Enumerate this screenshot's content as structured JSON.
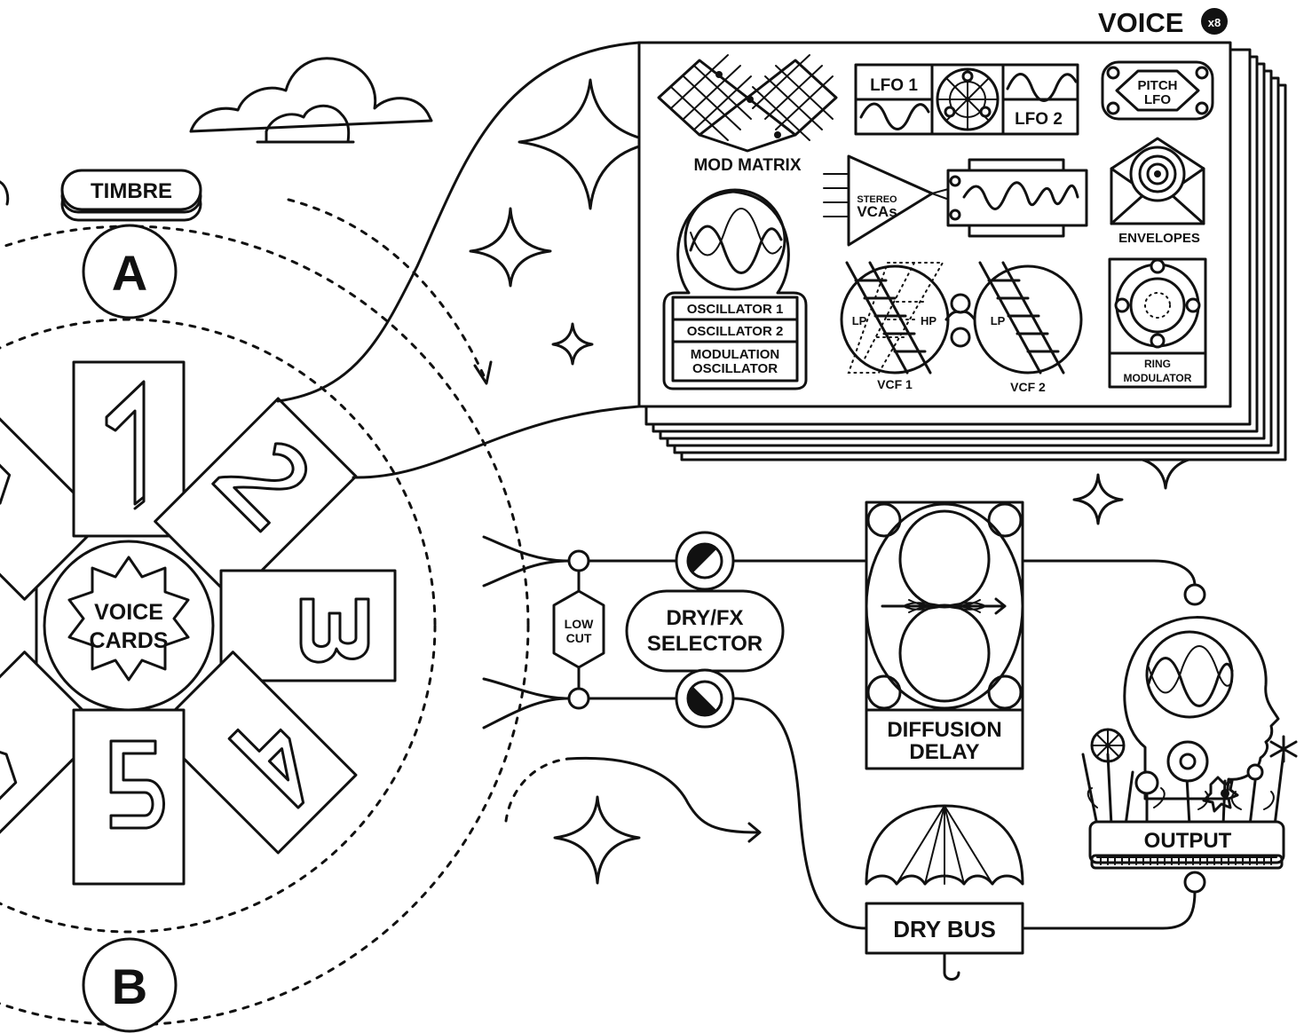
{
  "header": {
    "title": "VOICE",
    "badge": "x8"
  },
  "timbre": {
    "label": "TIMBRE",
    "slot_a": "A",
    "slot_b": "B"
  },
  "voice_cards": {
    "label_line1": "VOICE",
    "label_line2": "CARDS",
    "cards": [
      "1",
      "2",
      "3",
      "4",
      "5"
    ]
  },
  "voice_panel": {
    "mod_matrix": "MOD MATRIX",
    "lfo1": "LFO 1",
    "lfo2": "LFO 2",
    "pitch_lfo_line1": "PITCH",
    "pitch_lfo_line2": "LFO",
    "stereo_vcas_line1": "STEREO",
    "stereo_vcas_line2": "VCAs",
    "envelopes": "ENVELOPES",
    "oscillator1": "OSCILLATOR 1",
    "oscillator2": "OSCILLATOR 2",
    "mod_osc_line1": "MODULATION",
    "mod_osc_line2": "OSCILLATOR",
    "lp": "LP",
    "hp": "HP",
    "vcf1": "VCF 1",
    "vcf2": "VCF 2",
    "ring_mod_line1": "RING",
    "ring_mod_line2": "MODULATOR"
  },
  "signal_chain": {
    "low_cut_line1": "LOW",
    "low_cut_line2": "CUT",
    "dryfx_line1": "DRY/FX",
    "dryfx_line2": "SELECTOR",
    "diffusion_line1": "DIFFUSION",
    "diffusion_line2": "DELAY",
    "dry_bus": "DRY BUS",
    "output": "OUTPUT"
  },
  "colors": {
    "ink": "#111111",
    "paper": "#ffffff"
  }
}
